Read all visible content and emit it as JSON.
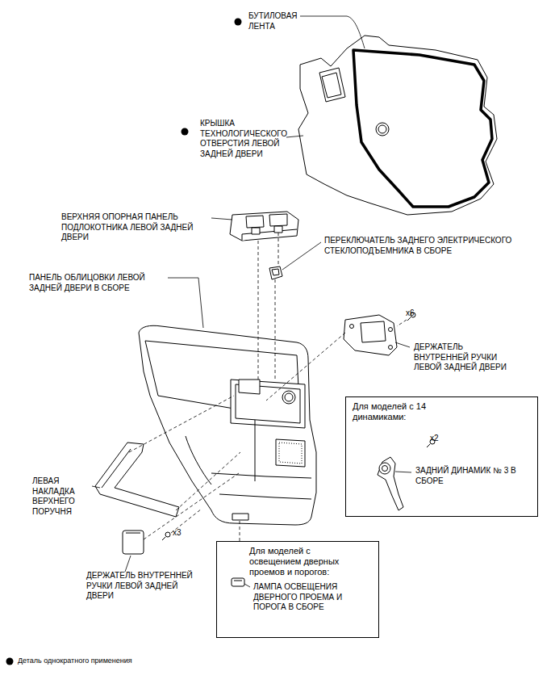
{
  "diagram": {
    "nodes": [
      {
        "text": [
          "Для моделей с 14 динамиками:",
          "x2",
          "ЗАДНИЙ ДИНАМИК № 3 В СБОРЕ"
        ]
      },
      {
        "text": [
          "Для моделей с освещением дверных проемов и порогов:",
          "ЛАМПА ОСВЕЩЕНИЯ ДВЕРНОГО ПРОЕМА И ПОРОГА В СБОРЕ"
        ]
      }
    ],
    "labels": [
      "БУТИЛОВАЯ ЛЕНТА",
      "КРЫШКА ТЕХНОЛОГИЧЕСКОГО ОТВЕРСТИЯ ЛЕВОЙ ЗАДНЕЙ ДВЕРИ",
      "ВЕРХНЯЯ ОПОРНАЯ ПАНЕЛЬ ПОДЛОКОТНИКА ЛЕВОЙ ЗАДНЕЙ ДВЕРИ",
      "ПЕРЕКЛЮЧАТЕЛЬ ЗАДНЕГО ЭЛЕКТРИЧЕСКОГО СТЕКЛОПОДЪЕМНИКА В СБОРЕ",
      "ПАНЕЛЬ ОБЛИЦОВКИ ЛЕВОЙ ЗАДНЕЙ ДВЕРИ В СБОРЕ",
      "x6",
      "ДЕРЖАТЕЛЬ ВНУТРЕННЕЙ РУЧКИ ЛЕВОЙ ЗАДНЕЙ ДВЕРИ",
      "ЛЕВАЯ НАКЛАДКА ВЕРХНЕГО ПОРУЧНЯ",
      "x3",
      "ДЕРЖАТЕЛЬ ВНУТРЕННЕЙ РУЧКИ ЛЕВОЙ ЗАДНЕЙ ДВЕРИ"
    ],
    "legend": [
      {
        "text": "Деталь однократного применения"
      }
    ]
  }
}
